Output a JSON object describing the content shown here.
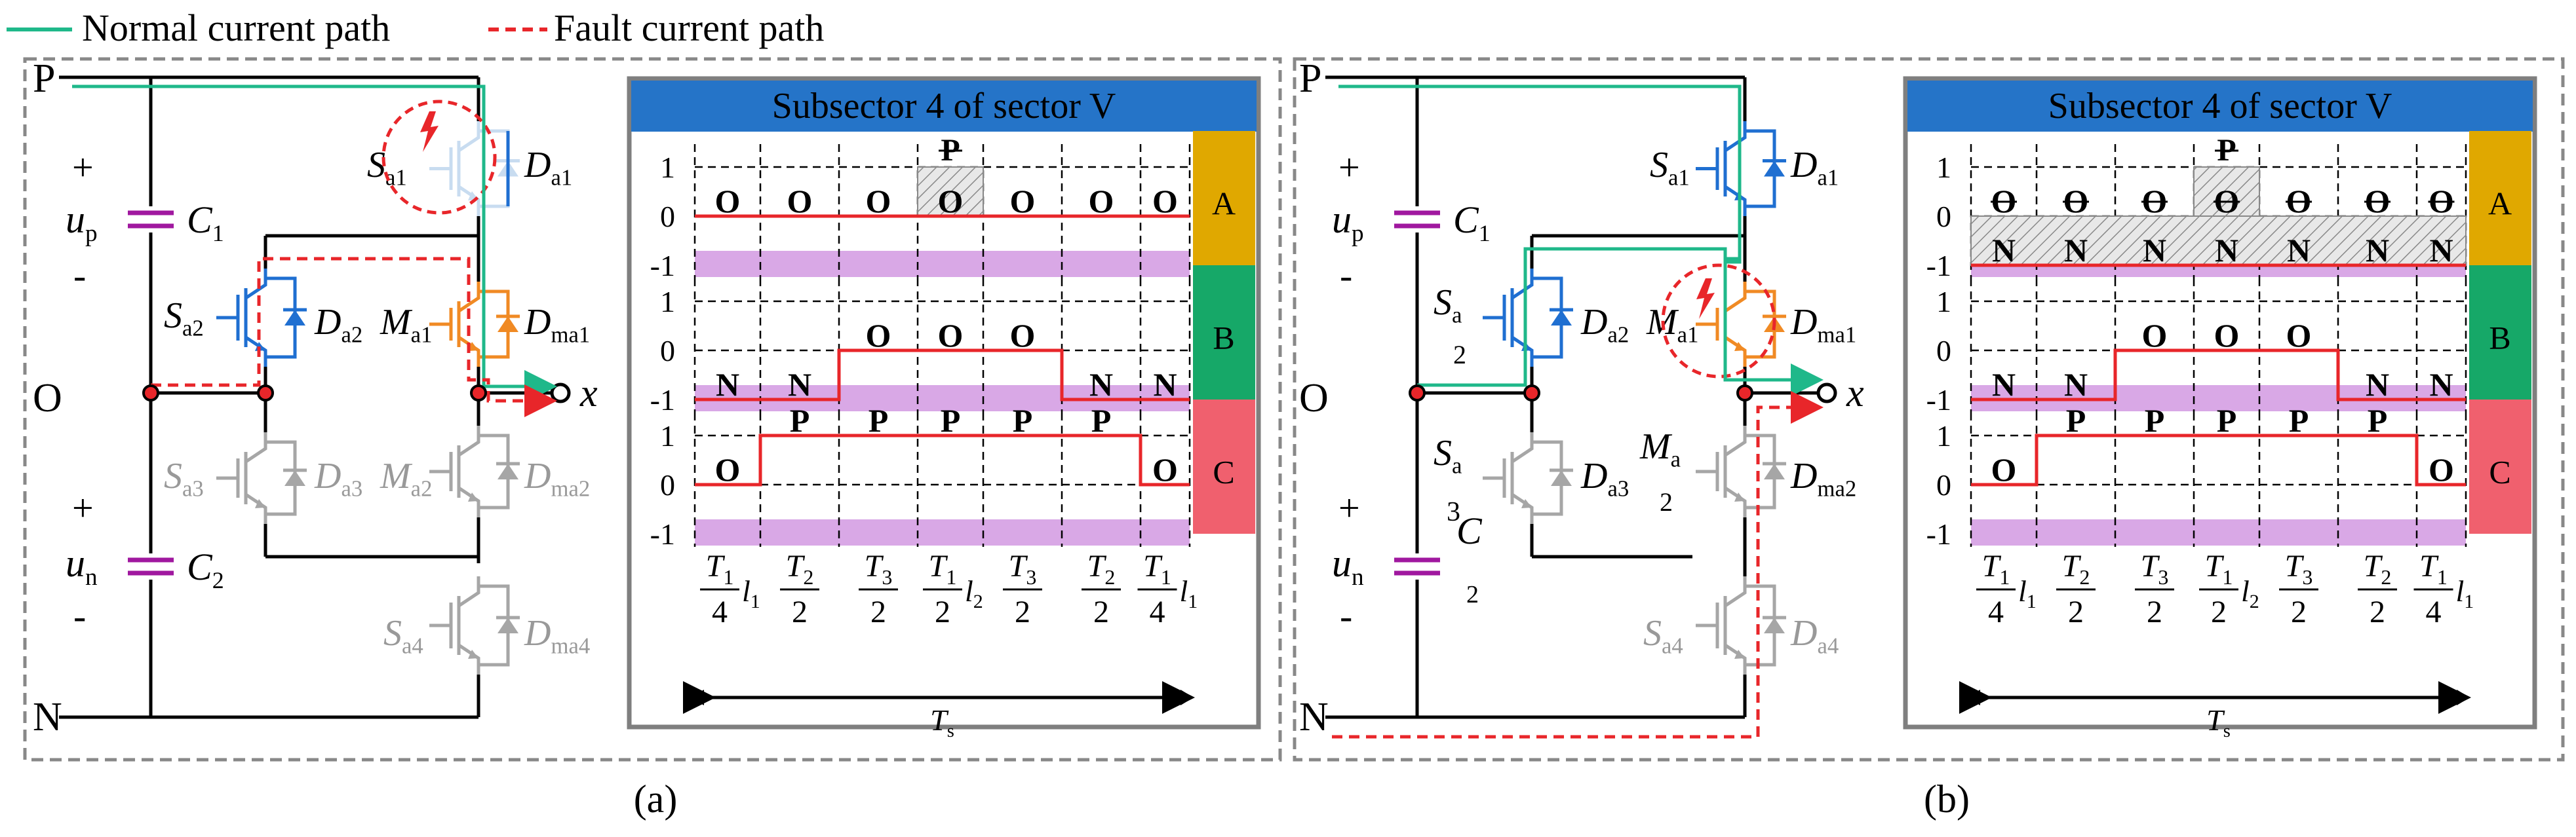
{
  "legend": {
    "normal_label": "Normal current path",
    "fault_label": "Fault current path",
    "normal_color": "#1fb88a",
    "fault_color": "#e8262a"
  },
  "panels": [
    {
      "caption": "(a)",
      "title": "Subsector 4 of sector  V",
      "nodes": {
        "p": "P",
        "o": "O",
        "n": "N",
        "x": "x"
      },
      "caps": {
        "up": "u",
        "up_sub": "p",
        "un": "u",
        "un_sub": "n",
        "c1": "C",
        "c1_sub": "1",
        "c2": "C",
        "c2_sub": "2",
        "plus": "+",
        "minus": "-"
      },
      "devices": {
        "sa1": "S",
        "sa1_sub": "a1",
        "da1": "D",
        "da1_sub": "a1",
        "sa2": "S",
        "sa2_sub": "a2",
        "da2": "D",
        "da2_sub": "a2",
        "ma1": "M",
        "ma1_sub": "a1",
        "dma1": "D",
        "dma1_sub": "ma1",
        "sa3": "S",
        "sa3_sub": "a3",
        "da3": "D",
        "da3_sub": "a3",
        "ma2": "M",
        "ma2_sub": "a2",
        "dma2": "D",
        "dma2_sub": "ma2",
        "sa4": "S",
        "sa4_sub": "a4",
        "dma4": "D",
        "dma4_sub": "ma4"
      },
      "phases": [
        {
          "name": "A",
          "color": "#e0a800",
          "states": [
            "O",
            "O",
            "O",
            "O",
            "O",
            "O",
            "O"
          ],
          "hatch_label": "P"
        },
        {
          "name": "B",
          "color": "#16a868",
          "states": [
            "N",
            "N",
            "O",
            "O",
            "O",
            "N",
            "N"
          ]
        },
        {
          "name": "C",
          "color": "#f0606e",
          "states": [
            "O",
            "P",
            "P",
            "P",
            "P",
            "P",
            "O"
          ]
        }
      ],
      "levels": [
        "1",
        "0",
        "-1"
      ],
      "ts": "T",
      "ts_sub": "s"
    },
    {
      "caption": "(b)",
      "title": "Subsector 4 of sector  V",
      "nodes": {
        "p": "P",
        "o": "O",
        "n": "N",
        "x": "x"
      },
      "caps": {
        "up": "u",
        "up_sub": "p",
        "un": "u",
        "un_sub": "n",
        "c1": "C",
        "c1_sub": "1",
        "c2": "C",
        "c2_sub": "2",
        "c2_pre": "3",
        "plus": "+",
        "minus": "-"
      },
      "devices": {
        "sa1": "S",
        "sa1_sub": "a1",
        "da1": "D",
        "da1_sub": "a1",
        "sa2": "S",
        "sa2_sub": "a",
        "sa2_extra": "2",
        "da2": "D",
        "da2_sub": "a2",
        "ma1": "M",
        "ma1_sub": "a1",
        "dma1": "D",
        "dma1_sub": "ma1",
        "sa3": "S",
        "sa3_sub": "a",
        "da3": "D",
        "da3_sub": "a3",
        "ma2": "M",
        "ma2_sub": "a",
        "ma2_extra": "2",
        "dma2": "D",
        "dma2_sub": "ma2",
        "sa4": "S",
        "sa4_sub": "a4",
        "da4": "D",
        "da4_sub": "a4"
      },
      "phases": [
        {
          "name": "A",
          "color": "#e0a800",
          "states": [
            "N",
            "N",
            "N",
            "N",
            "N",
            "N",
            "N"
          ],
          "hatch_label": "P",
          "struck": [
            "O",
            "O",
            "O",
            "O",
            "O",
            "O",
            "O"
          ]
        },
        {
          "name": "B",
          "color": "#16a868",
          "states": [
            "N",
            "N",
            "O",
            "O",
            "O",
            "N",
            "N"
          ]
        },
        {
          "name": "C",
          "color": "#f0606e",
          "states": [
            "O",
            "P",
            "P",
            "P",
            "P",
            "P",
            "O"
          ]
        }
      ],
      "levels": [
        "1",
        "0",
        "-1"
      ],
      "ts": "T",
      "ts_sub": "s"
    }
  ],
  "intervals": [
    {
      "num": "T",
      "num_sub": "1",
      "den": "4",
      "extra": "l",
      "extra_sub": "1"
    },
    {
      "num": "T",
      "num_sub": "2",
      "den": "2"
    },
    {
      "num": "T",
      "num_sub": "3",
      "den": "2"
    },
    {
      "num": "T",
      "num_sub": "1",
      "den": "2",
      "extra": "l",
      "extra_sub": "2"
    },
    {
      "num": "T",
      "num_sub": "3",
      "den": "2"
    },
    {
      "num": "T",
      "num_sub": "2",
      "den": "2"
    },
    {
      "num": "T",
      "num_sub": "1",
      "den": "4",
      "extra": "l",
      "extra_sub": "1"
    }
  ],
  "colors": {
    "title_bar": "#2574c8",
    "level_band": "#d9a8e6",
    "signal": "#e8262a",
    "switch_blue": "#1f6fd1",
    "switch_orange": "#f08a24",
    "switch_grey": "#a6a6a6",
    "capacitor": "#a0189f"
  }
}
